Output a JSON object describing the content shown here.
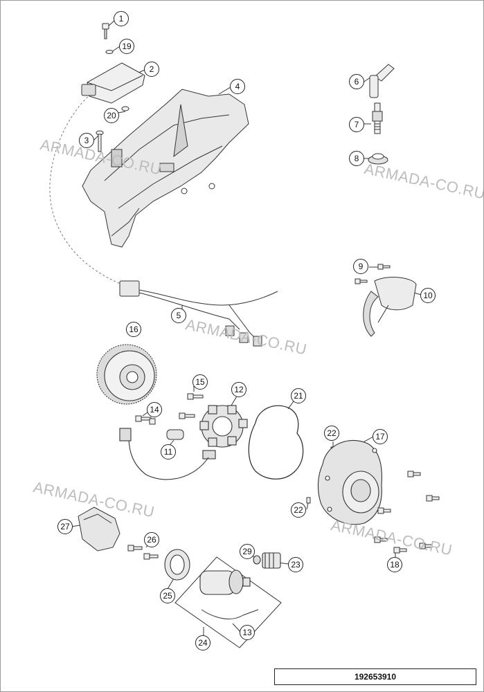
{
  "callouts": [
    "1",
    "2",
    "3",
    "4",
    "5",
    "6",
    "7",
    "8",
    "9",
    "10",
    "11",
    "12",
    "13",
    "14",
    "15",
    "16",
    "17",
    "18",
    "19",
    "20",
    "21",
    "22",
    "23",
    "24",
    "25",
    "26",
    "27",
    "29"
  ],
  "watermark": "ARMADA-CO.RU",
  "drawing_number": "192653910"
}
